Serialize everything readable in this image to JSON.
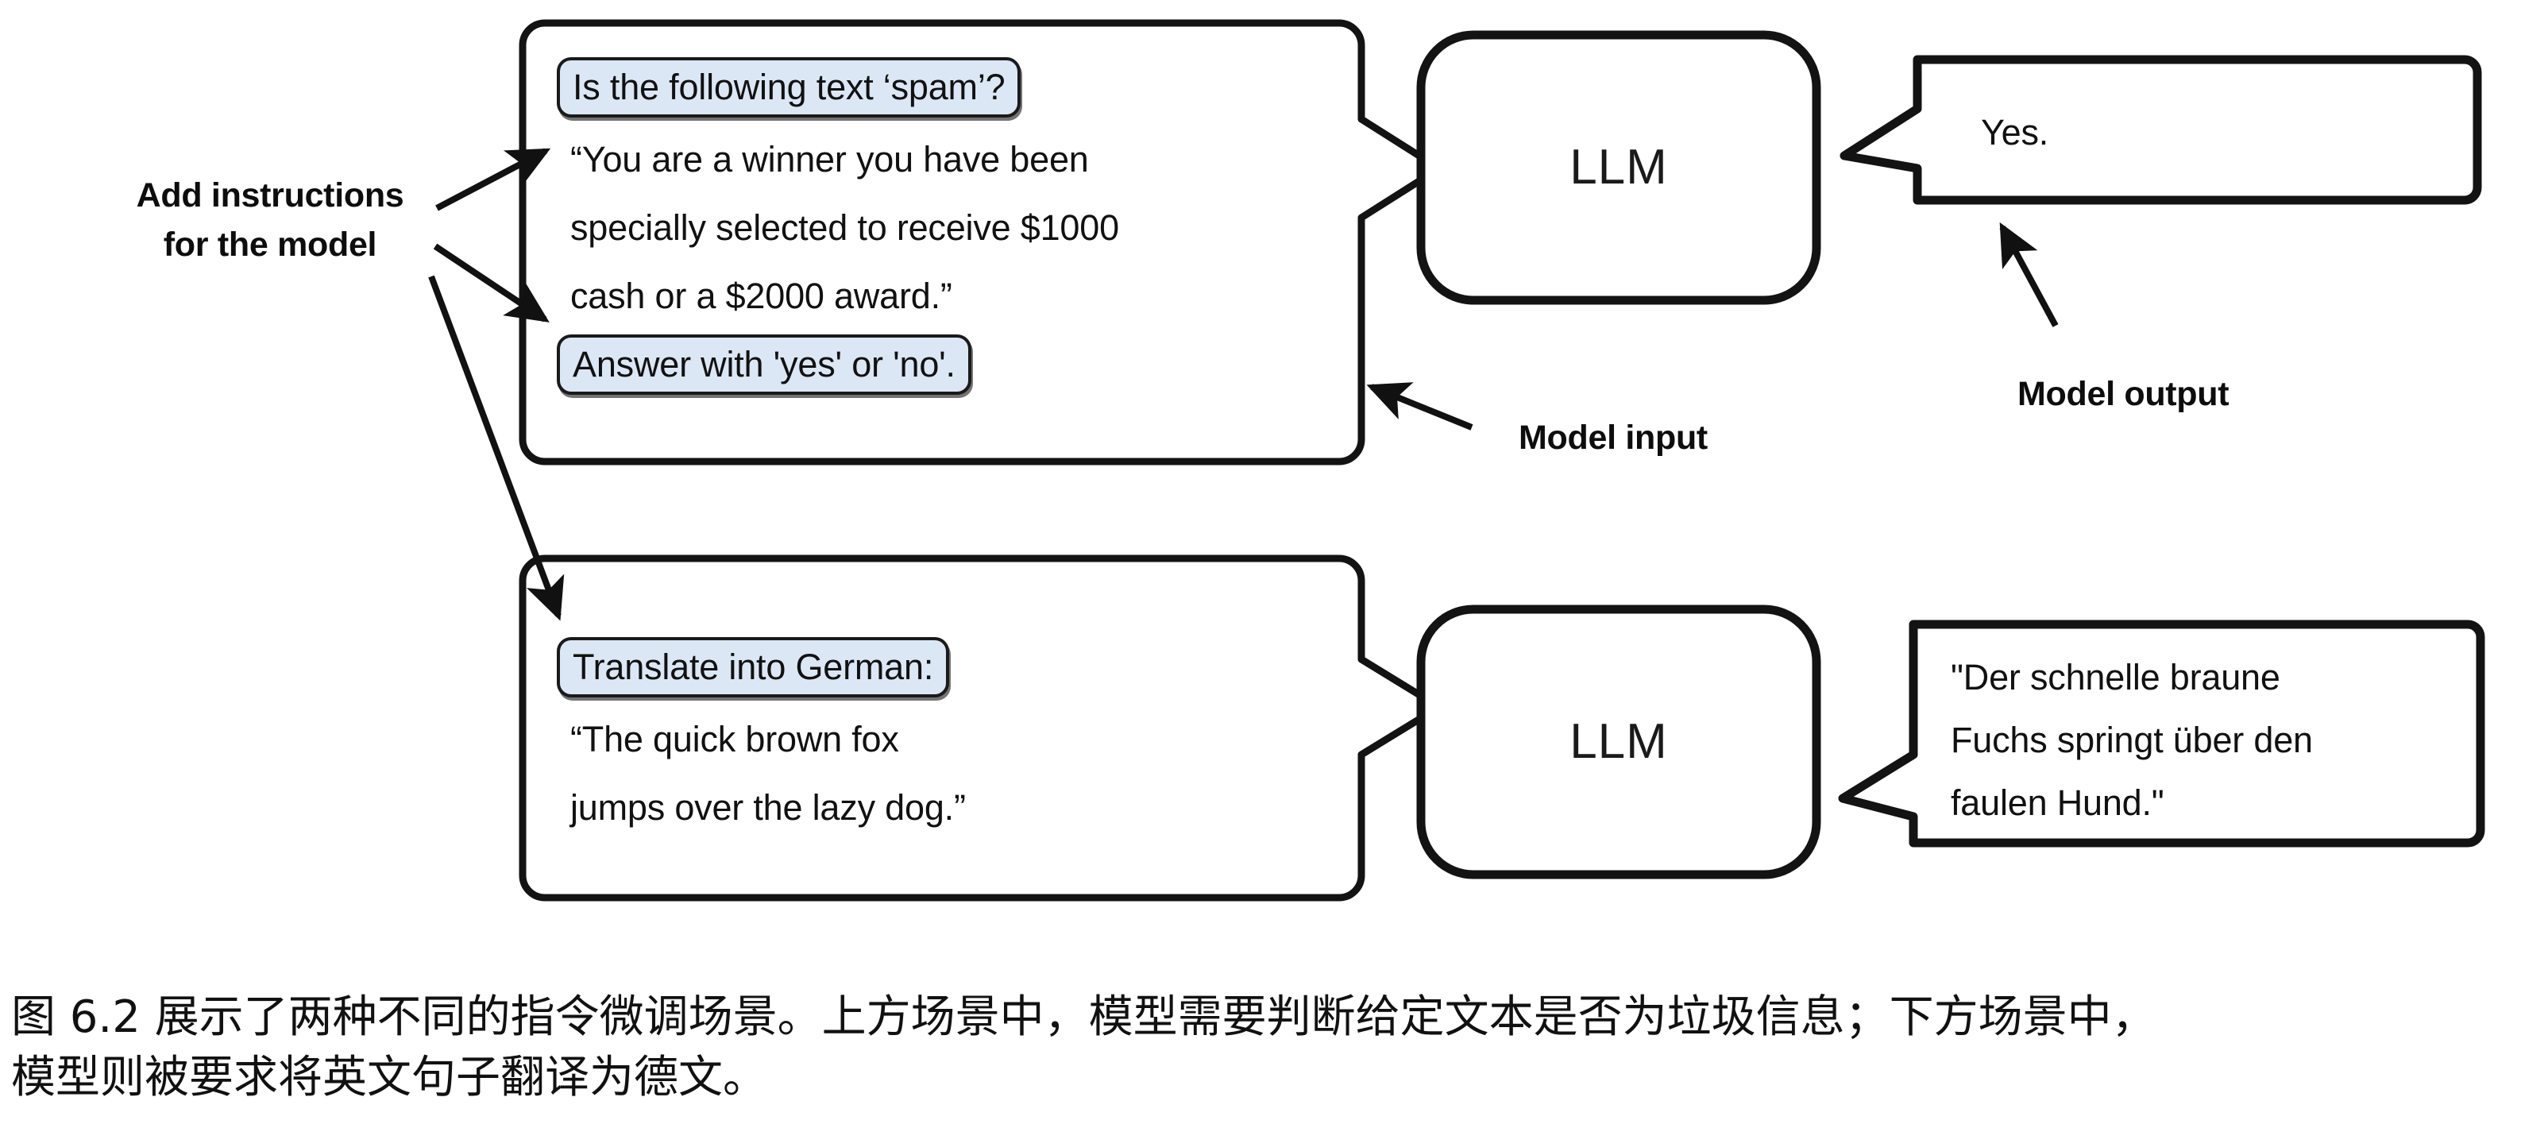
{
  "figure": {
    "colors": {
      "highlight_fill": "#dce7f5",
      "stroke": "#1a1a1a",
      "text": "#111111",
      "background": "#ffffff"
    },
    "annotations": {
      "add_instructions_line1": "Add instructions",
      "add_instructions_line2": "for the model",
      "model_input": "Model input",
      "model_output": "Model output"
    },
    "scenarios": [
      {
        "id": "spam-classification",
        "input": {
          "instruction_top": "Is the following text ‘spam’?",
          "body_lines": [
            "“You are a winner you have been",
            "specially selected to receive $1000",
            "cash or a $2000 award.”"
          ],
          "instruction_bottom": "Answer with 'yes' or 'no'."
        },
        "model": {
          "label": "LLM"
        },
        "output": {
          "lines": [
            "Yes."
          ]
        }
      },
      {
        "id": "german-translation",
        "input": {
          "instruction_top": "Translate into German:",
          "body_lines": [
            "“The quick brown fox",
            "jumps over the lazy dog.”"
          ],
          "instruction_bottom": null
        },
        "model": {
          "label": "LLM"
        },
        "output": {
          "lines": [
            "\"Der schnelle braune",
            "Fuchs springt über den",
            "faulen Hund.\""
          ]
        }
      }
    ],
    "caption": {
      "line1": "图 6.2 展示了两种不同的指令微调场景。上方场景中，模型需要判断给定文本是否为垃圾信息；下方场景中，",
      "line2": "模型则被要求将英文句子翻译为德文。"
    }
  }
}
